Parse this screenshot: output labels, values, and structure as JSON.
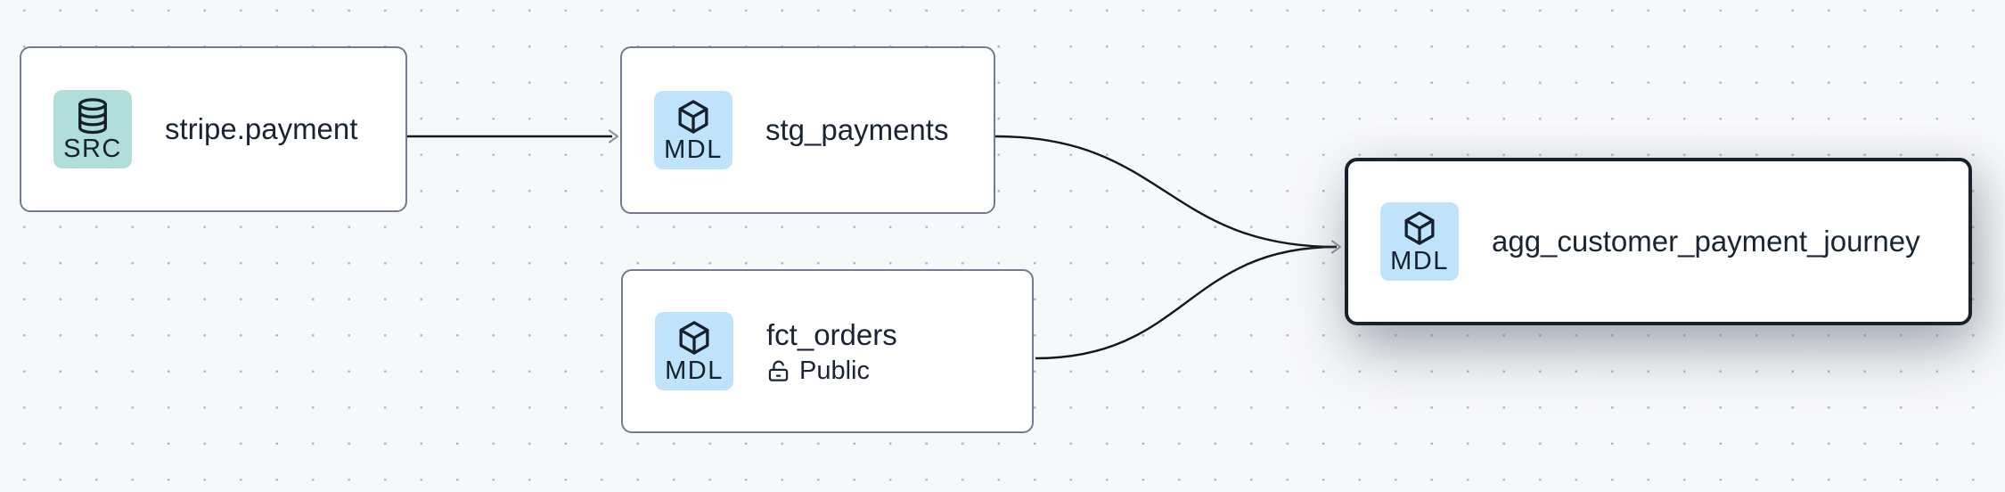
{
  "canvas": {
    "colors": {
      "bg": "#f7f8fa",
      "dot": "#b3b8c2",
      "edge": "#131820",
      "arrow": "#8c94a2",
      "node-border": "#727c8c",
      "selected-border": "#1b212c",
      "title": "#1b2433",
      "badge-source-bg": "#b2ded9",
      "badge-model-bg": "#bee3fa",
      "badge-ink": "#15202e"
    }
  },
  "nodes": [
    {
      "id": "stripe.payment",
      "title": "stripe.payment",
      "type": "source",
      "badge_label": "SRC",
      "badge_icon": "database-icon",
      "selected": false
    },
    {
      "id": "stg_payments",
      "title": "stg_payments",
      "type": "model",
      "badge_label": "MDL",
      "badge_icon": "cube-icon",
      "selected": false
    },
    {
      "id": "fct_orders",
      "title": "fct_orders",
      "type": "model",
      "badge_label": "MDL",
      "badge_icon": "cube-icon",
      "access": "Public",
      "access_icon": "unlock-icon",
      "selected": false
    },
    {
      "id": "agg_customer_payment_journey",
      "title": "agg_customer_payment_journey",
      "type": "model",
      "badge_label": "MDL",
      "badge_icon": "cube-icon",
      "selected": true
    }
  ],
  "edges": [
    {
      "from": "stripe.payment",
      "to": "stg_payments"
    },
    {
      "from": "stg_payments",
      "to": "agg_customer_payment_journey"
    },
    {
      "from": "fct_orders",
      "to": "agg_customer_payment_journey"
    }
  ]
}
